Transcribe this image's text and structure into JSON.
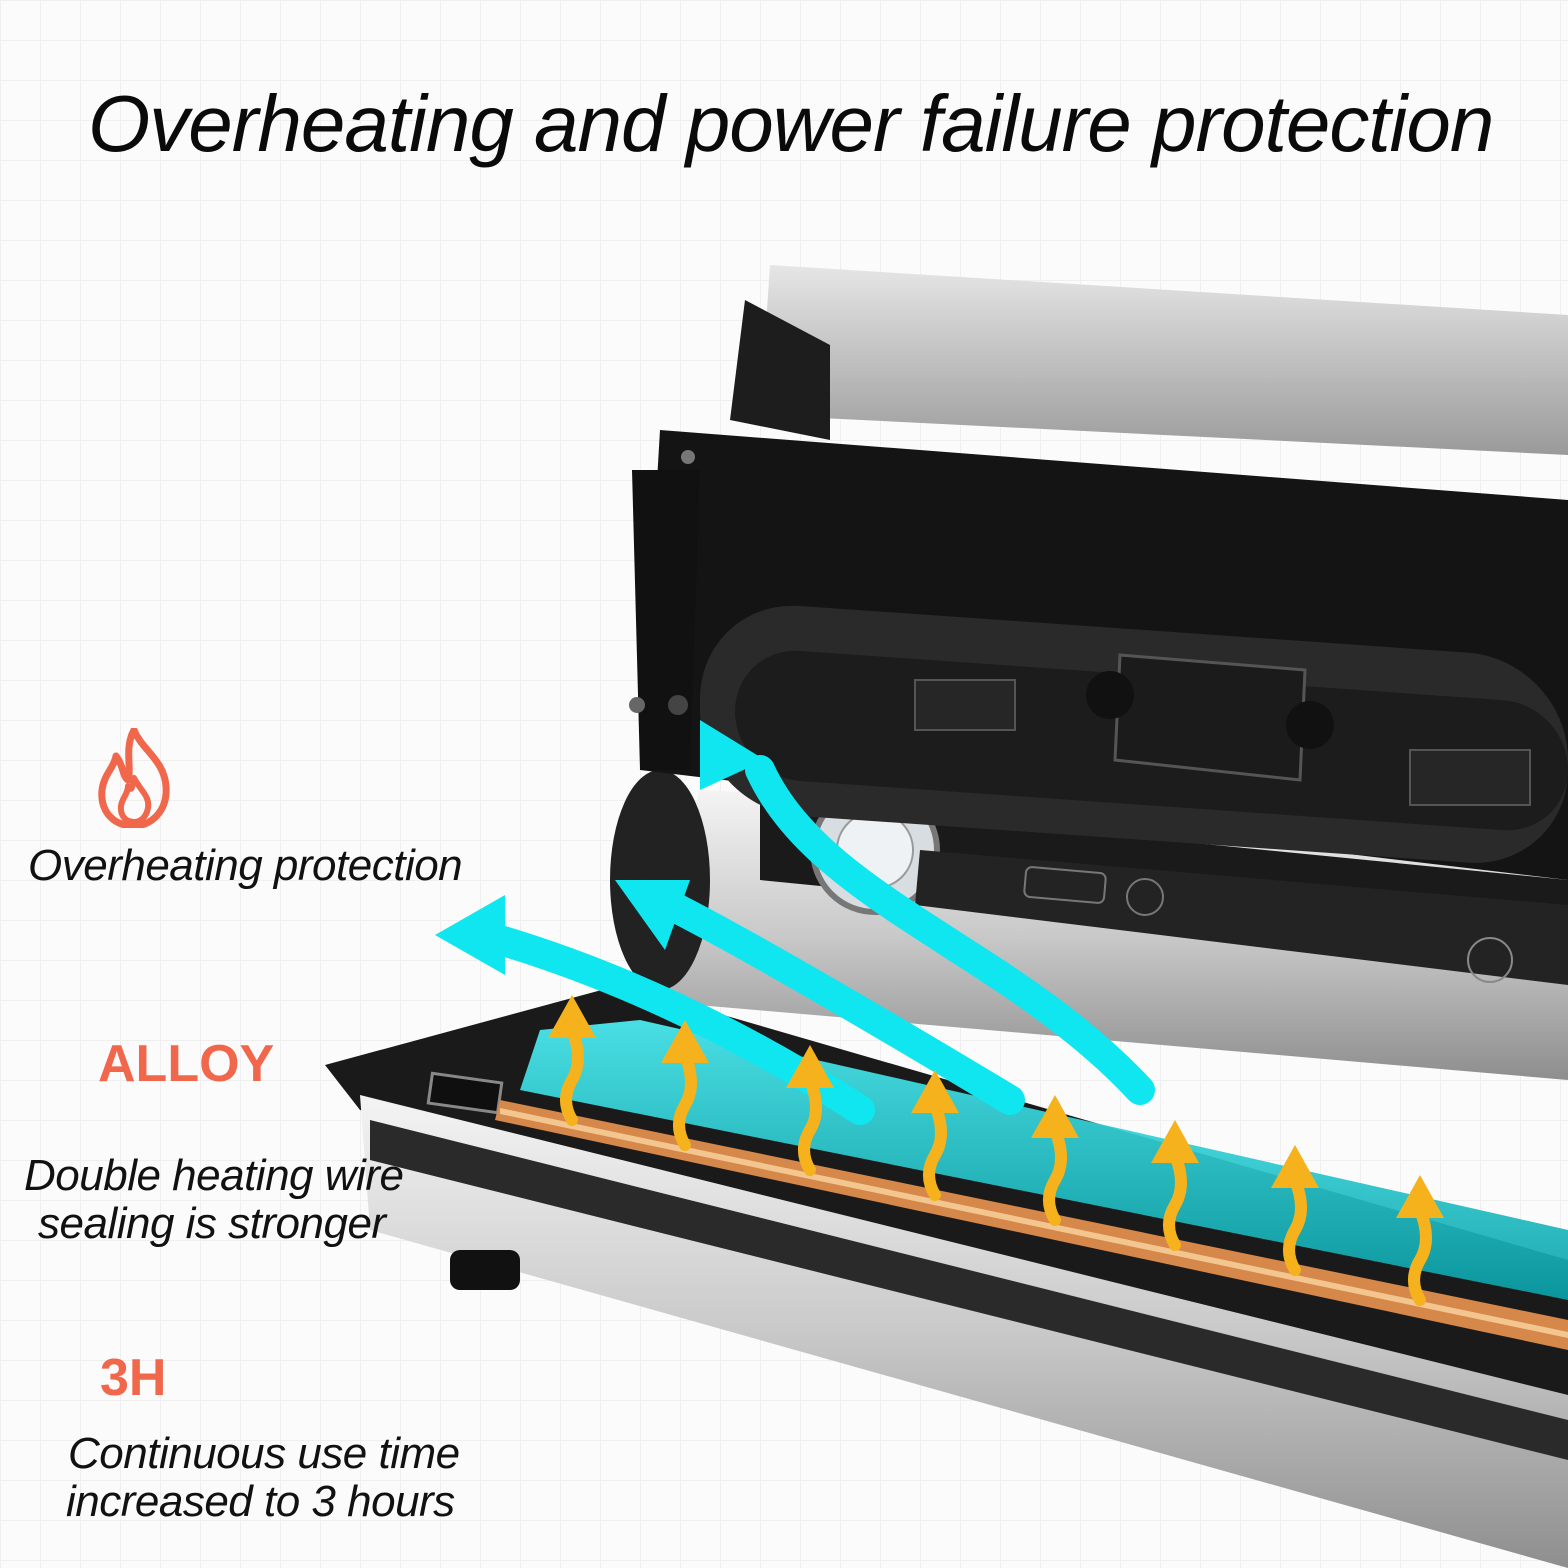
{
  "headline": "Overheating and power failure protection",
  "features": [
    {
      "icon": "flame-icon",
      "label": "Overheating protection"
    },
    {
      "highlight": "ALLOY",
      "label_line1": "Double heating wire",
      "label_line2": "sealing is stronger"
    },
    {
      "highlight": "3H",
      "label_line1": "Continuous use time",
      "label_line2": "increased to 3 hours"
    }
  ],
  "colors": {
    "accent": "#f0674b",
    "airflow": "#10e6f0",
    "heat": "#f5b21c"
  }
}
